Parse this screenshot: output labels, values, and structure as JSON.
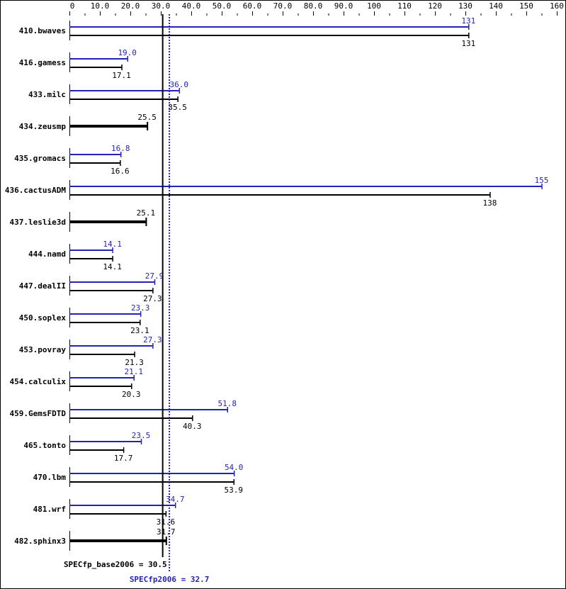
{
  "chart_data": {
    "type": "bar",
    "orientation": "horizontal",
    "xlim": [
      0,
      160
    ],
    "x_ticks": [
      "0",
      "10.0",
      "20.0",
      "30.0",
      "40.0",
      "50.0",
      "60.0",
      "70.0",
      "80.0",
      "90.0",
      "100",
      "110",
      "120",
      "130",
      "140",
      "150",
      "160"
    ],
    "x_tick_values": [
      0,
      10,
      20,
      30,
      40,
      50,
      60,
      70,
      80,
      90,
      100,
      110,
      120,
      130,
      140,
      150,
      160
    ],
    "colors": {
      "peak": "#2424b4",
      "base": "#000000"
    },
    "categories": [
      "410.bwaves",
      "416.gamess",
      "433.milc",
      "434.zeusmp",
      "435.gromacs",
      "436.cactusADM",
      "437.leslie3d",
      "444.namd",
      "447.dealII",
      "450.soplex",
      "453.povray",
      "454.calculix",
      "459.GemsFDTD",
      "465.tonto",
      "470.lbm",
      "481.wrf",
      "482.sphinx3"
    ],
    "series": [
      {
        "key": "peak",
        "values": [
          131,
          19.0,
          36.0,
          null,
          16.8,
          155,
          null,
          14.1,
          27.9,
          23.3,
          27.3,
          21.1,
          51.8,
          23.5,
          54.0,
          34.7,
          null
        ],
        "labels": [
          "131",
          "19.0",
          "36.0",
          "",
          "16.8",
          "155",
          "",
          "14.1",
          "27.9",
          "23.3",
          "27.3",
          "21.1",
          "51.8",
          "23.5",
          "54.0",
          "34.7",
          ""
        ]
      },
      {
        "key": "base",
        "values": [
          131,
          17.1,
          35.5,
          25.5,
          16.6,
          138,
          25.1,
          14.1,
          27.3,
          23.1,
          21.3,
          20.3,
          40.3,
          17.7,
          53.9,
          31.6,
          31.7
        ],
        "labels": [
          "131",
          "17.1",
          "35.5",
          "25.5",
          "16.6",
          "138",
          "25.1",
          "14.1",
          "27.3",
          "23.1",
          "21.3",
          "20.3",
          "40.3",
          "17.7",
          "53.9",
          "31.6",
          "31.7"
        ]
      }
    ],
    "reference_lines": [
      {
        "key": "base",
        "value": 30.5,
        "label": "SPECfp_base2006 = 30.5",
        "style": "solid"
      },
      {
        "key": "peak",
        "value": 32.7,
        "label": "SPECfp2006 = 32.7",
        "style": "dotted"
      }
    ]
  }
}
